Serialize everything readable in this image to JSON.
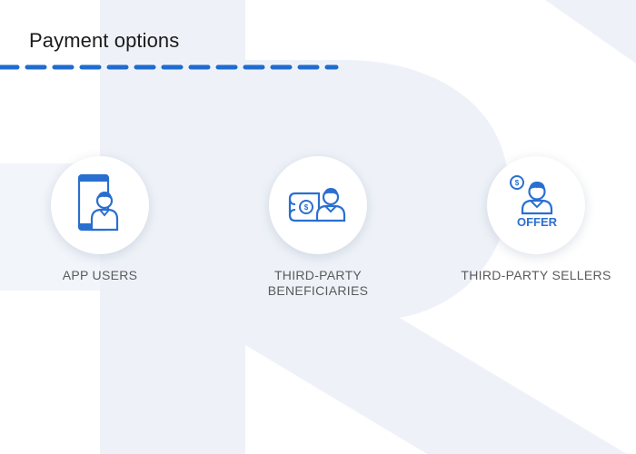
{
  "header": {
    "title": "Payment options"
  },
  "options": [
    {
      "label": "APP USERS",
      "icon": "phone-user-icon"
    },
    {
      "label": "THIRD-PARTY BENEFICIARIES",
      "icon": "user-money-icon"
    },
    {
      "label": "THIRD-PARTY SELLERS",
      "icon": "seller-offer-icon"
    }
  ],
  "icon_texts": {
    "offer": "OFFER",
    "currency": "$"
  },
  "colors": {
    "accent": "#1f6bd0",
    "text": "#1b1b1b",
    "label": "#5a5a5a",
    "watermark": "#eef2f8"
  }
}
